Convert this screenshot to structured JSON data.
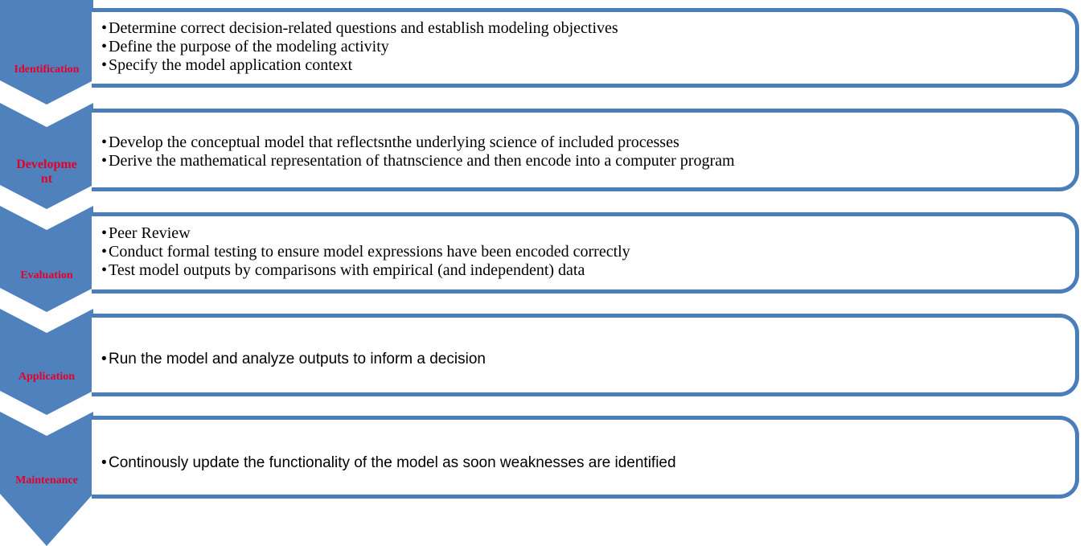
{
  "colors": {
    "chevron": "#4f81bd",
    "panel_border": "#4a7ebb",
    "stage_label": "#e4002b",
    "text": "#000000"
  },
  "bullet_glyph": "•",
  "stages": [
    {
      "label": "Identification",
      "items": [
        "Determine correct decision-related questions and establish modeling objectives",
        "Define the purpose of the modeling activity",
        "Specify the model application context"
      ]
    },
    {
      "label_lines": [
        "Developme",
        "nt"
      ],
      "items": [
        "Develop the conceptual model that reflectsnthe underlying science of included processes",
        "Derive the mathematical representation of thatnscience and then encode into a computer program"
      ]
    },
    {
      "label": "Evaluation",
      "items": [
        "Peer Review",
        "Conduct formal testing to ensure model expressions have been encoded correctly",
        "Test model outputs by comparisons with empirical (and independent) data"
      ]
    },
    {
      "label": "Application",
      "items": [
        "Run the model and analyze outputs to inform a decision"
      ]
    },
    {
      "label": "Maintenance",
      "items": [
        "Continously update the functionality of the model as soon weaknesses are identified"
      ]
    }
  ]
}
